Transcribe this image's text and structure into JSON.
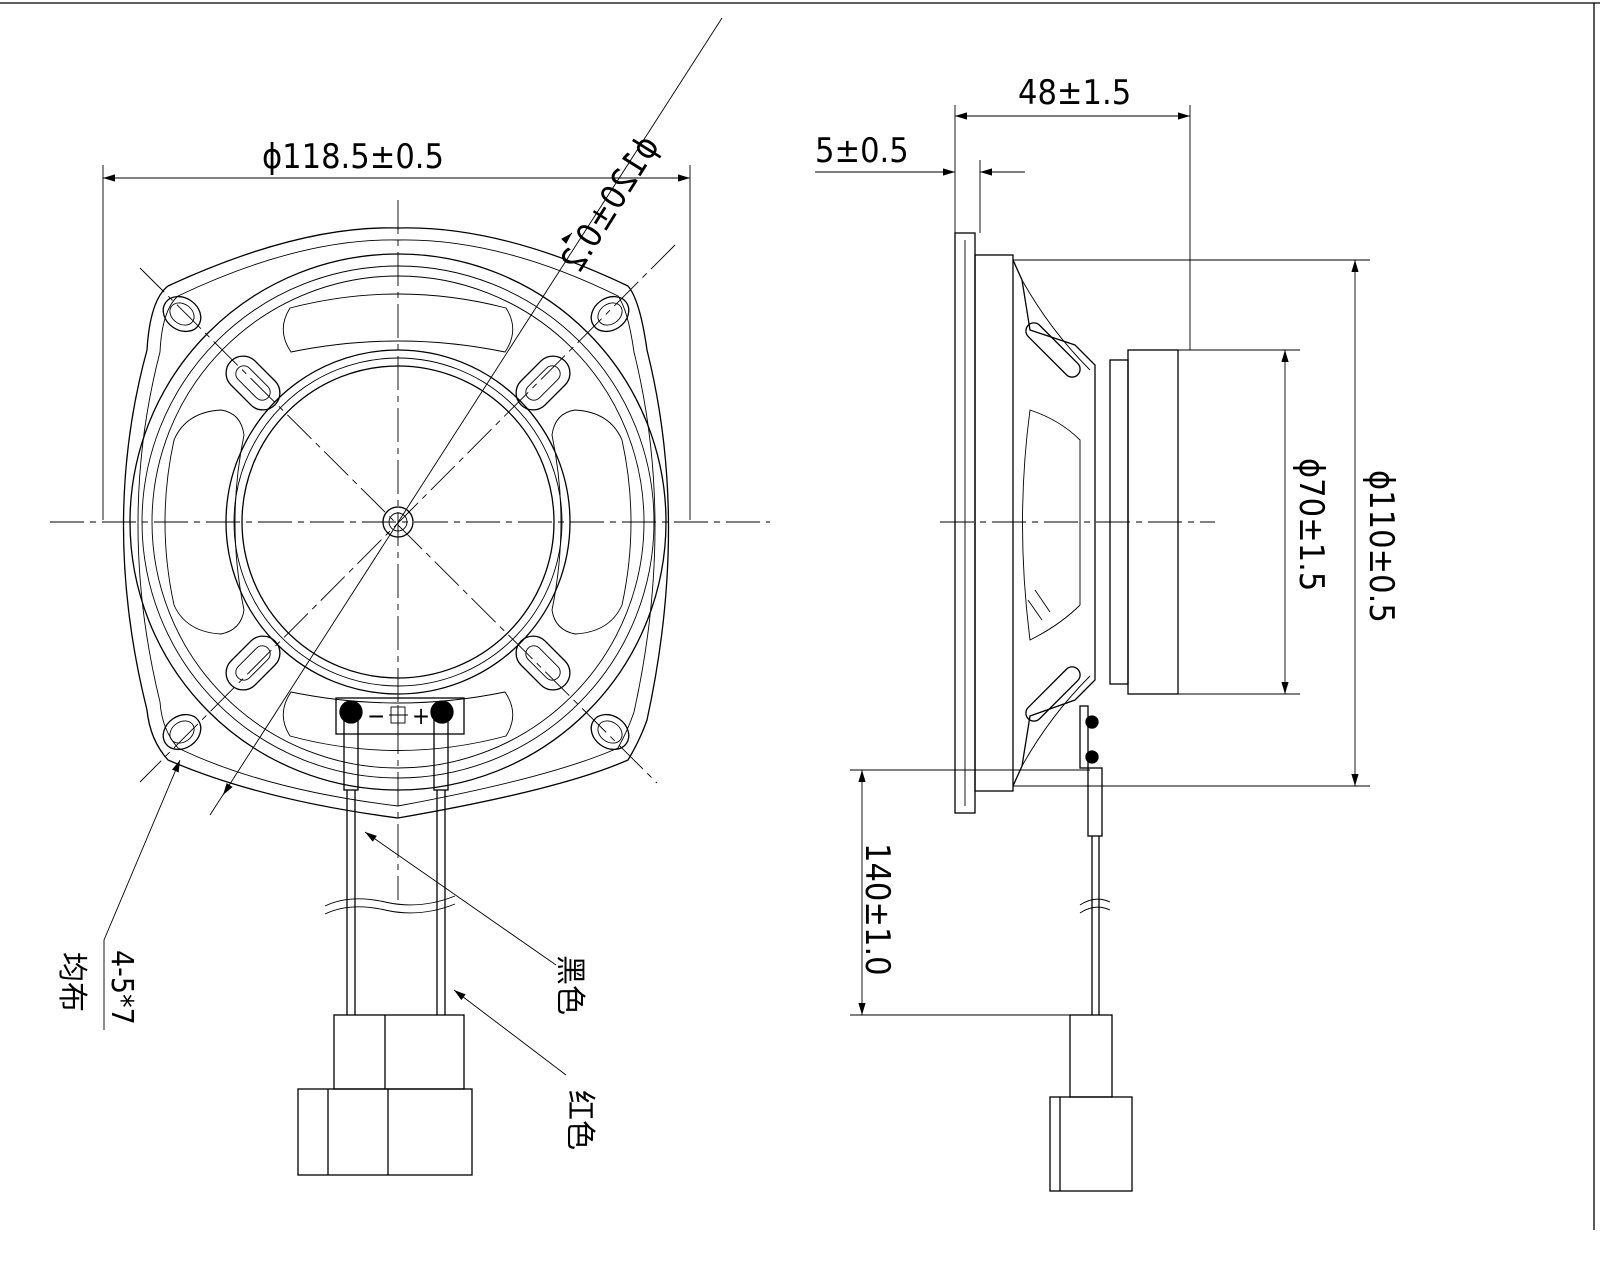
{
  "front_view": {
    "dim_outer_diameter": "ϕ118.5±0.5",
    "dim_mount_diameter": "ϕ120±0.2",
    "note_holes": "4-5*7",
    "note_holes_even": "均布",
    "label_black_wire": "黑色",
    "label_red_wire": "红色",
    "terminal_minus": "−",
    "terminal_plus": "+"
  },
  "side_view": {
    "dim_depth": "48±1.5",
    "dim_flange": "5±0.5",
    "dim_magnet": "ϕ70±1.5",
    "dim_body": "ϕ110±0.5",
    "dim_wire_length": "140±1.0"
  }
}
